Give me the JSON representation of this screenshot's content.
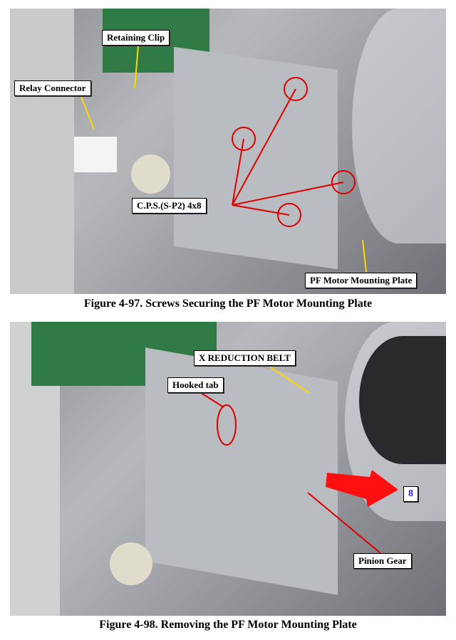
{
  "figure1": {
    "caption": "Figure 4-97.  Screws Securing the PF Motor Mounting Plate",
    "labels": {
      "retaining_clip": "Retaining Clip",
      "relay_connector": "Relay Connector",
      "screws": "C.P.S.(S-P2) 4x8",
      "mounting_plate": "PF Motor Mounting Plate"
    }
  },
  "figure2": {
    "caption": "Figure 4-98.  Removing the PF Motor Mounting Plate",
    "labels": {
      "belt": "X REDUCTION BELT",
      "hooked_tab": "Hooked tab",
      "step": "8",
      "pinion_gear": "Pinion Gear"
    }
  },
  "colors": {
    "callout_line": "#ffd700",
    "screw_marker": "#e00000",
    "step_text": "#1a1aff"
  }
}
